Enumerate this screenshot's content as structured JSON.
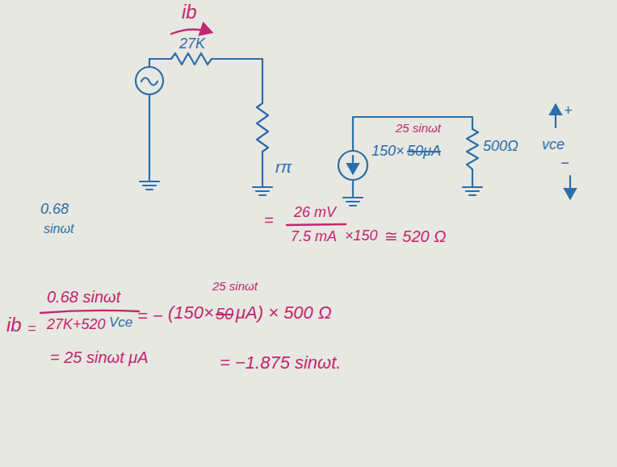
{
  "diagram": {
    "labels": [
      "ib",
      "27K",
      "0.68",
      "sinωt",
      "rπ",
      "=",
      "26 mV",
      "7.5 mA",
      "×150",
      "≅ 520 Ω",
      "25 sinωt",
      "150×",
      "50μA",
      "500Ω",
      "+",
      "vce",
      "−",
      "ib",
      "=",
      "0.68 sinωt",
      "27K+520",
      "Vce",
      "= −",
      "(150×",
      "25 sinωt",
      "50",
      "μA) × 500 Ω",
      "= 25 sinωt μA",
      "= −1.875 sinωt."
    ]
  }
}
